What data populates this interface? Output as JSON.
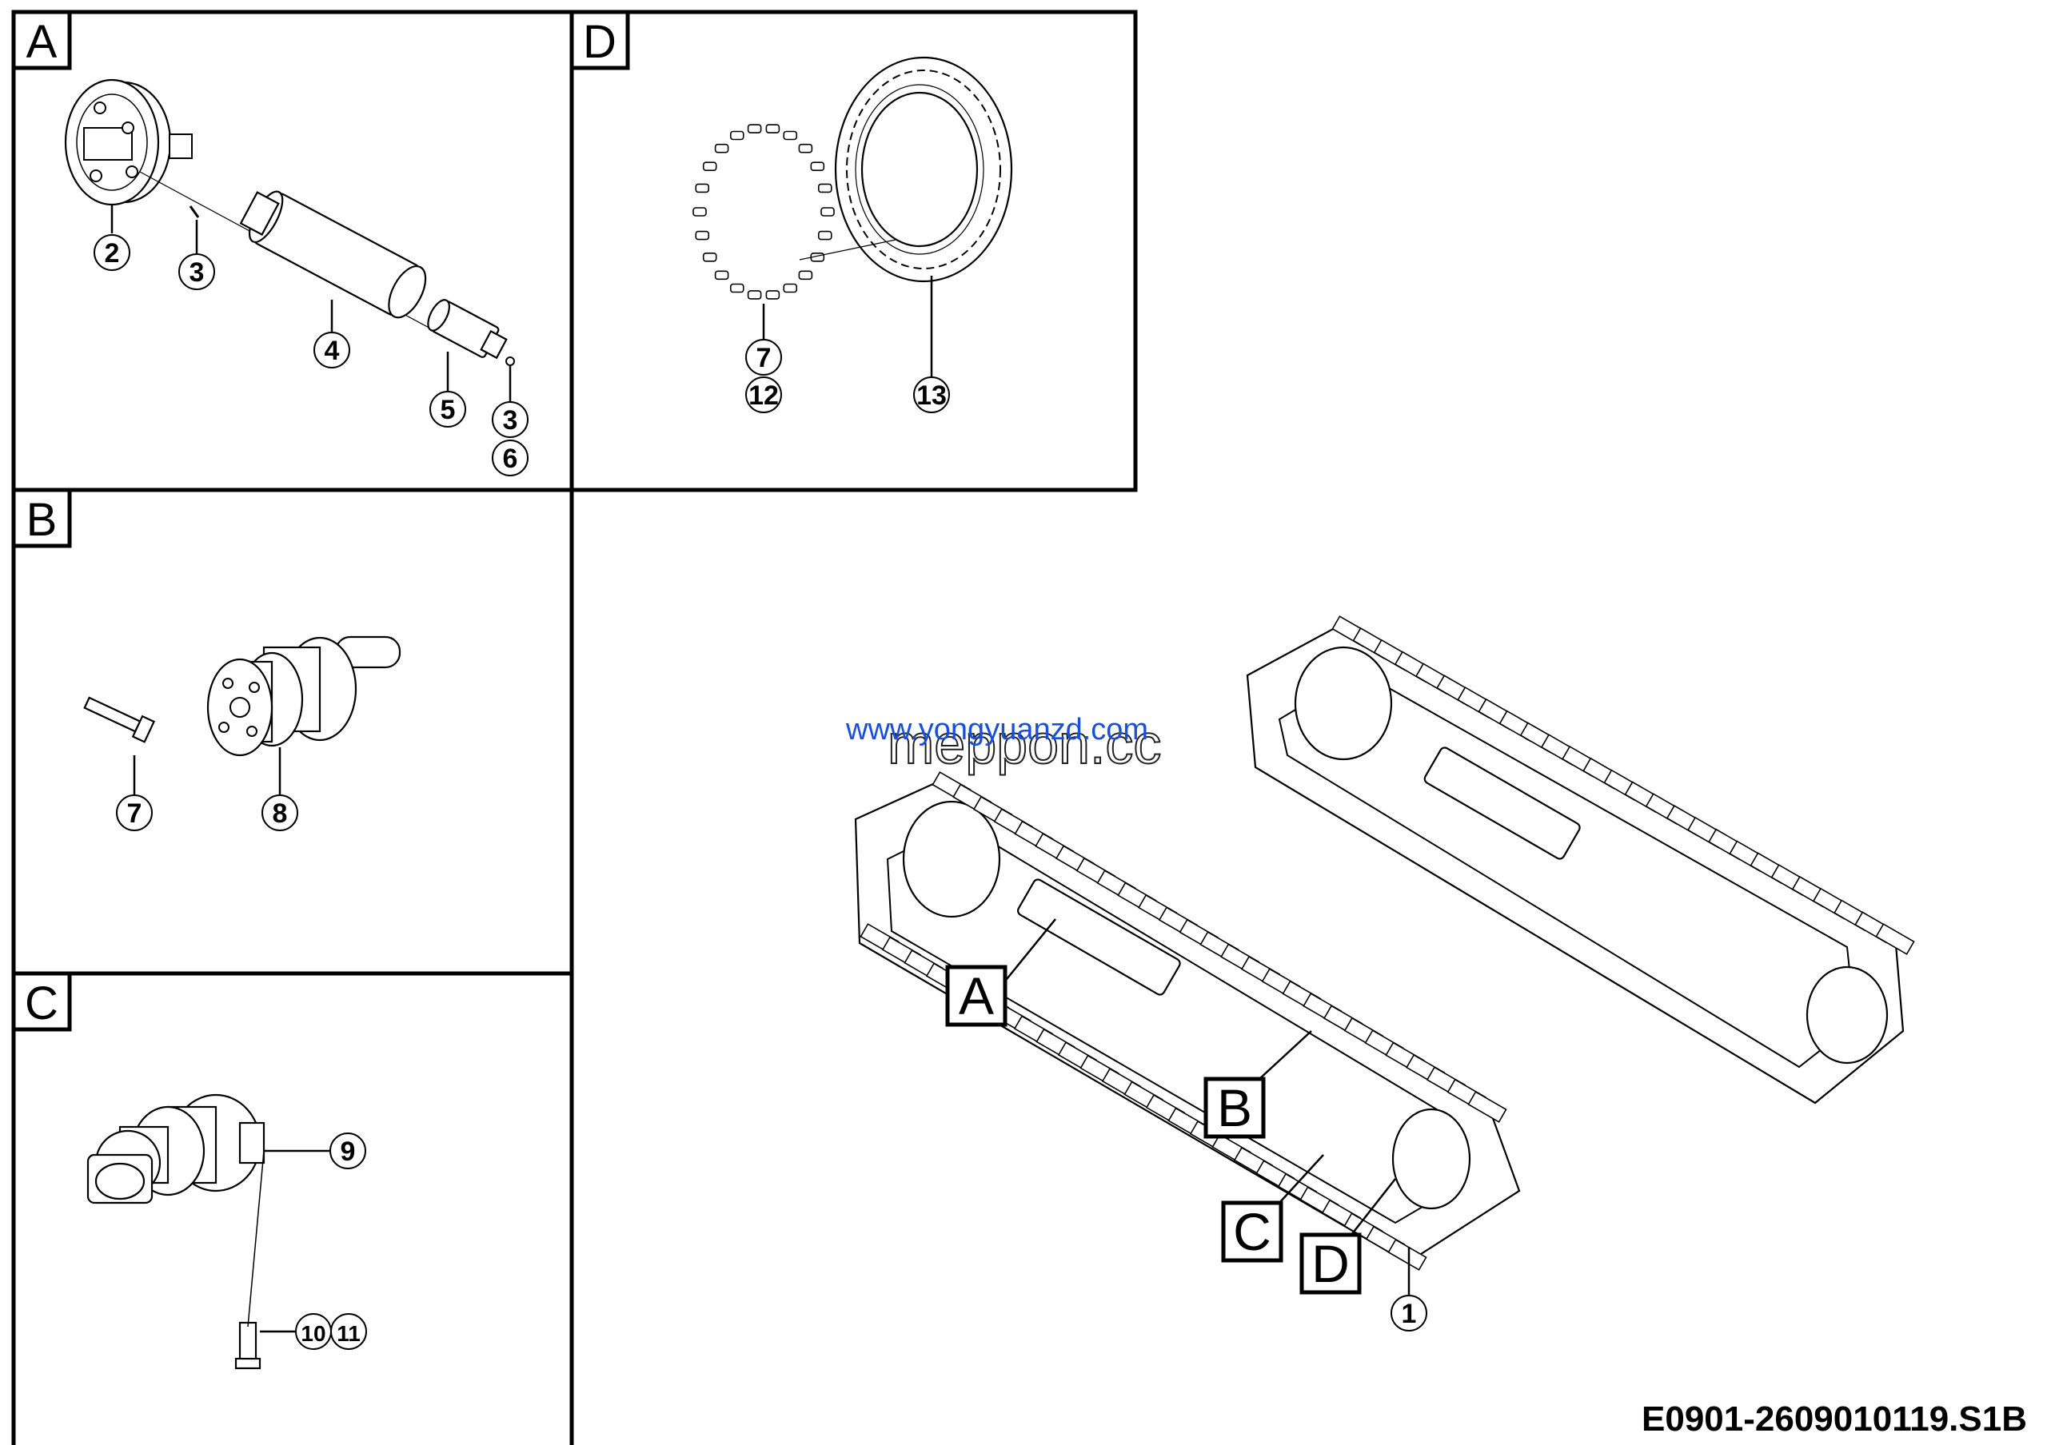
{
  "panels": {
    "a": {
      "label": "A"
    },
    "b": {
      "label": "B"
    },
    "c": {
      "label": "C"
    },
    "d": {
      "label": "D"
    }
  },
  "callouts": {
    "a": [
      "2",
      "3",
      "4",
      "5",
      "3",
      "6"
    ],
    "b": [
      "7",
      "8"
    ],
    "c": [
      "9",
      "10",
      "11"
    ],
    "d": [
      "7",
      "12",
      "13"
    ]
  },
  "overview": {
    "labels": [
      "A",
      "B",
      "C",
      "D"
    ],
    "callout": "1"
  },
  "watermark": {
    "line1": "www.yongyuanzd.com",
    "line2": "meppon.cc"
  },
  "reference": "E0901-2609010119.S1B"
}
